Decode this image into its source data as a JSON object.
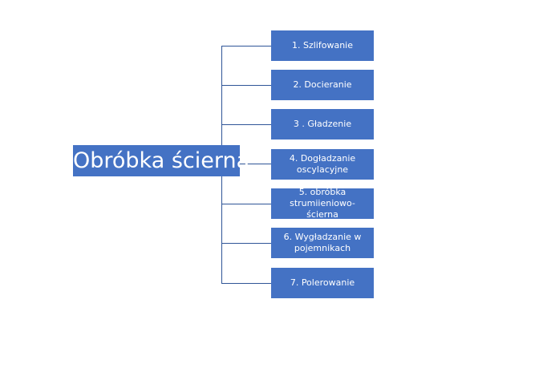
{
  "diagram": {
    "root": {
      "label": "Obróbka ścierna"
    },
    "children": [
      {
        "label": "1. Szlifowanie"
      },
      {
        "label": "2. Docieranie"
      },
      {
        "label": "3 . Gładzenie"
      },
      {
        "label": "4. Dogładzanie oscylacyjne"
      },
      {
        "label": "5. obróbka strumiieniowo-ścierna"
      },
      {
        "label": "6. Wygładzanie w pojemnikach"
      },
      {
        "label": "7. Polerowanie"
      }
    ],
    "colors": {
      "box_fill": "#4472c4",
      "box_text": "#ffffff",
      "connector": "#2f5597",
      "background": "#ffffff"
    }
  }
}
